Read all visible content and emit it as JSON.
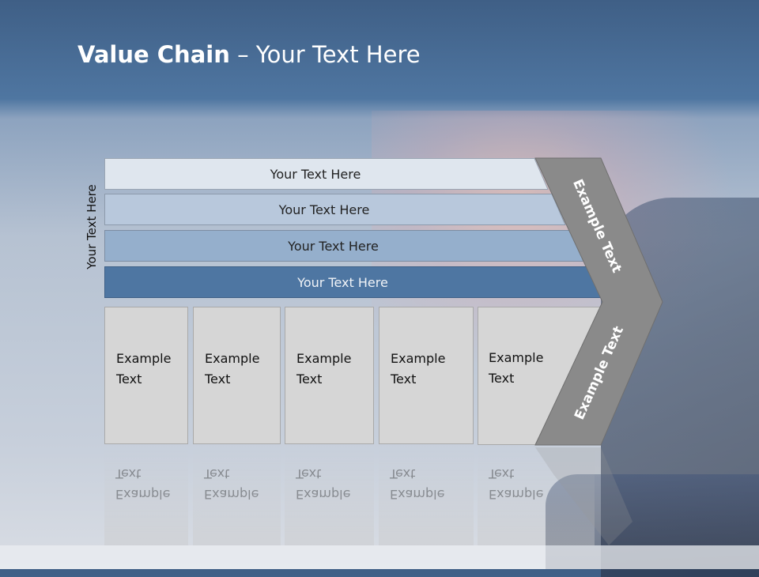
{
  "slide": {
    "title_bold": "Value Chain",
    "title_rest": " – Your Text Here",
    "side_label": "Your Text Here"
  },
  "bands": [
    {
      "label": "Your Text Here",
      "fill": "#dfe6ee",
      "text_color": "#222222"
    },
    {
      "label": "Your Text Here",
      "fill": "#b8c8dc",
      "text_color": "#222222"
    },
    {
      "label": "Your Text Here",
      "fill": "#95afcc",
      "text_color": "#222222"
    },
    {
      "label": "Your Text Here",
      "fill": "#4e76a2",
      "text_color": "#f0f3f7"
    }
  ],
  "cells": [
    {
      "line1": "Example",
      "line2": "Text"
    },
    {
      "line1": "Example",
      "line2": "Text"
    },
    {
      "line1": "Example",
      "line2": "Text"
    },
    {
      "line1": "Example",
      "line2": "Text"
    },
    {
      "line1": "Example",
      "line2": "Text"
    }
  ],
  "chevron": {
    "upper_label": "Example Text",
    "lower_label": "Example Text",
    "fill": "#8a8a8a"
  }
}
